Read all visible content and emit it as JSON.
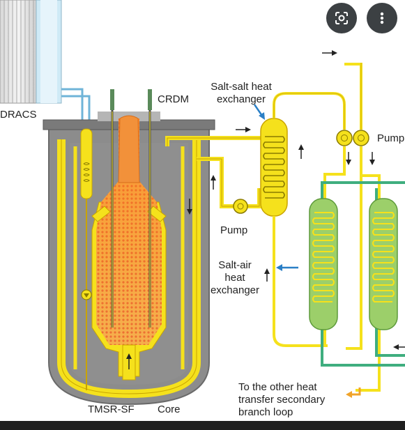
{
  "toolbar": {
    "lens_icon": "google-lens-icon",
    "more_icon": "more-vertical-icon"
  },
  "labels": {
    "dracs": "DRACS",
    "crdm": "CRDM",
    "salt_salt_line1": "Salt-salt heat",
    "salt_salt_line2": "exchanger",
    "pump_right": "Pump",
    "pump_left": "Pump",
    "salt_air_line1": "Salt-air",
    "salt_air_line2": "heat",
    "salt_air_line3": "exchanger",
    "other_line1": "To the other heat",
    "other_line2": "transfer secondary",
    "other_line3": "branch loop",
    "tmsr": "TMSR-SF",
    "core": "Core"
  },
  "colors": {
    "primary_salt": "#f5e11c",
    "salt_outline": "#c9a400",
    "vessel_gray": "#8c8c8c",
    "core_orange": "#f2913a",
    "hx_green": "#9ccf6a",
    "green_loop": "#3fae7f",
    "dracs_blue": "#bfe3f2",
    "arrow_blue": "#2a7fc6",
    "arrow_orange": "#f0a32a"
  }
}
